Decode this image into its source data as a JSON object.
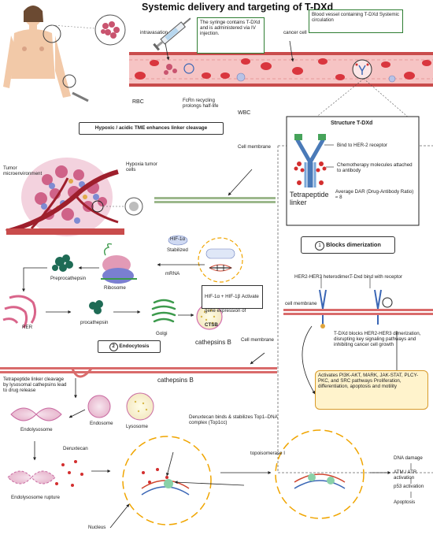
{
  "title": "Systemic delivery and targeting of T-DXd",
  "top": {
    "intravasation": "intravasation",
    "syringe_note": "The syringe contains T-DXd and is administered via IV injection.",
    "cancer_cell": "cancer cell",
    "vessel_note": "Blood vessel containing T-DXd Systemic circulation",
    "rbc": "RBC",
    "fcrn": "FcRn recycling prolongs half-life",
    "wbc": "WBC",
    "tme_banner": "Hypoxic / acidic TME enhances linker cleavage"
  },
  "structure": {
    "title": "Structure T-DXd",
    "bind": "Bind to HER-2 receptor",
    "chemo": "Chemotherapy molecules attached to antibody",
    "linker": "Tetrapeptide linker",
    "dar": "Average DAR (Drug-Antibody Ratio) ≈ 8"
  },
  "left": {
    "tumor_env": "Tumor microenvironment",
    "hypoxia": "Hypoxia tumor cells",
    "cell_membrane": "Cell membrane",
    "stabilized": "Stabilized",
    "hif_label": "HIF-1α",
    "hif_activate_main": "HIF-1α + HIF-1β Activate gene  expression of",
    "ctsb": "CTSB",
    "mrna": "mRNA",
    "ribosome": "Ribosome",
    "preprocathepsin": "Preprocathepsin",
    "procathepsin": "procathepsin",
    "rer": "RER",
    "golgi": "Golgi",
    "cathepsins_b": "cathepsins B",
    "endocytosis_num": "2",
    "endocytosis": "Endocytosis",
    "cell_membrane2": "Cell membrane"
  },
  "dimer": {
    "num": "1",
    "title": "Blocks dimerization",
    "heterodimer": "HER2-HER3 heterodimer.",
    "tdxd_bind": "T-Dxd bind with receptor",
    "cell_membrane": "cell membrane",
    "blocks_text": "T-DXd blocks HER2-HER3 dimerization, disrupting key signaling pathways and inhibiting cancer cell growth",
    "pathways": "Activates PI3K-AKT, MARK, JAK-STAT, PLCY-PKC, and SRC pathways Proliferation, differentiation, apoptosis and motility"
  },
  "bottom": {
    "cleavage": "Tetrapeptide linker cleavage by lysosomal cathepsins lead to drug release",
    "cathepsins_b": "cathepsins B",
    "endosome": "Endosome",
    "lysosome": "Lysosome",
    "endolysosome": "Endolysosome",
    "deruxtecan": "Deruxtecan",
    "deruxtecan_binds": "Deruxtecan binds & stabilizes Top1–DNA complex (Top1cc)",
    "topoisomerase": "topoisomerase I",
    "rupture": "Endolysosome rupture",
    "nucleus": "Nucleus",
    "dna_damage": "DNA damage",
    "atm": "ATM / ATR activation",
    "p53": "p53 activation",
    "apoptosis": "Apoptosis"
  }
}
